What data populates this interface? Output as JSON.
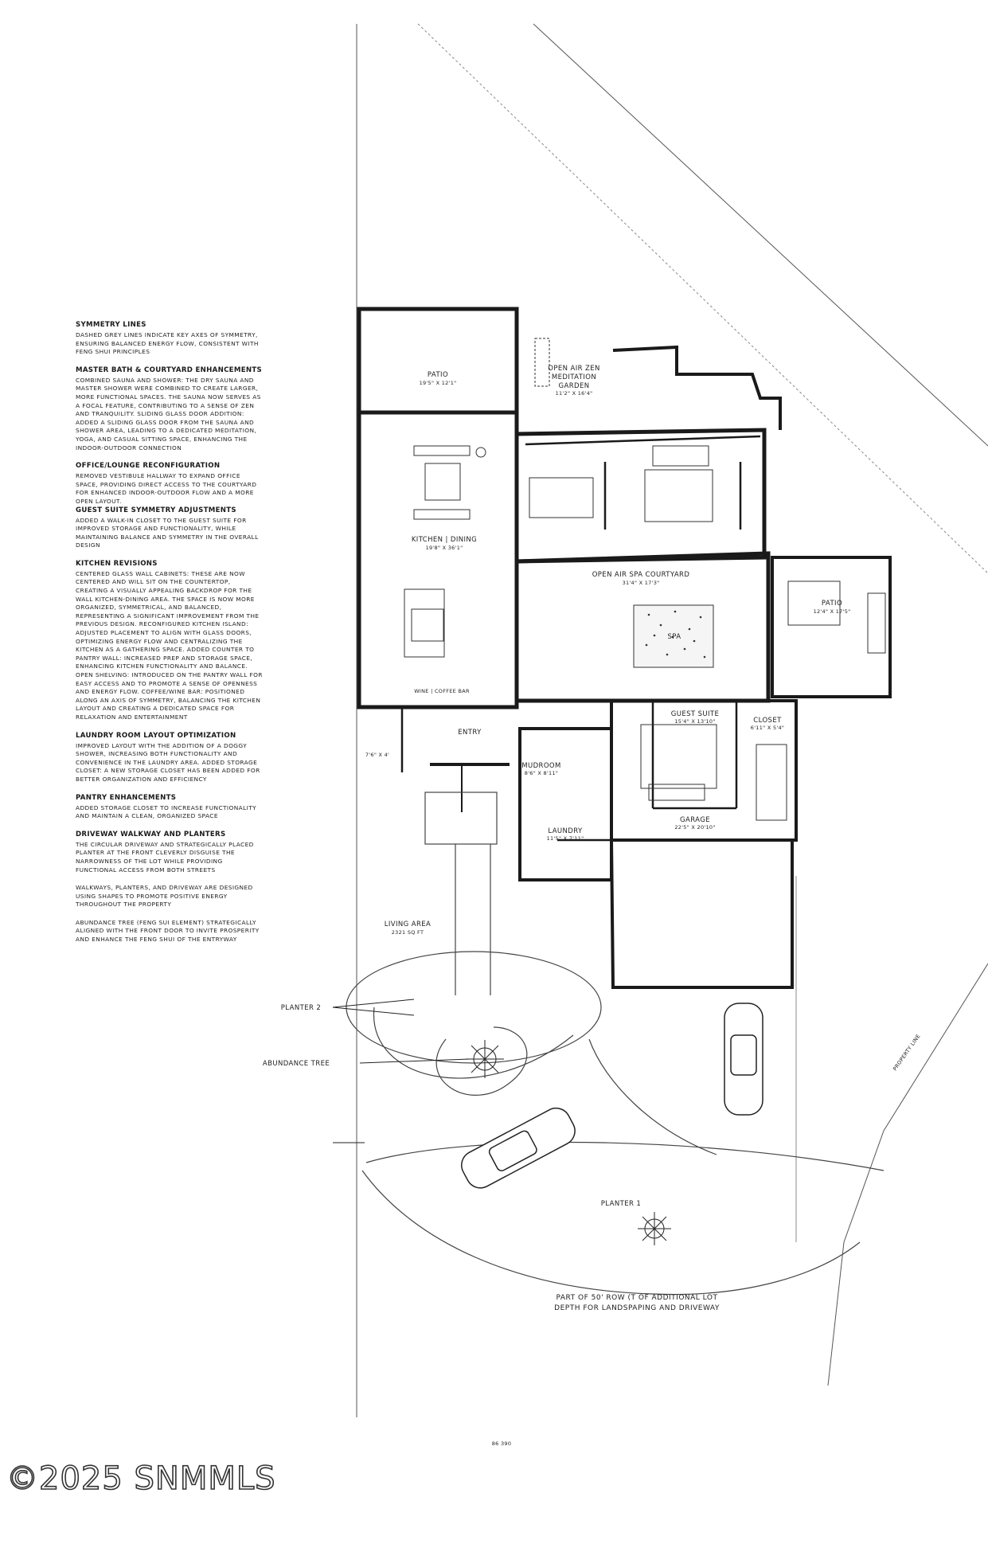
{
  "notes": [
    {
      "title": "SYMMETRY LINES",
      "body": "DASHED GREY LINES INDICATE KEY AXES OF SYMMETRY, ENSURING BALANCED ENERGY FLOW, CONSISTENT WITH FENG SHUI PRINCIPLES"
    },
    {
      "title": "MASTER BATH & COURTYARD ENHANCEMENTS",
      "body": "COMBINED SAUNA AND SHOWER: THE DRY SAUNA AND MASTER SHOWER WERE COMBINED TO CREATE LARGER, MORE FUNCTIONAL SPACES. THE SAUNA NOW SERVES AS A FOCAL FEATURE, CONTRIBUTING TO A SENSE OF ZEN AND TRANQUILITY. SLIDING GLASS DOOR ADDITION: ADDED A SLIDING GLASS DOOR FROM THE SAUNA AND SHOWER AREA, LEADING TO A DEDICATED MEDITATION, YOGA, AND CASUAL SITTING SPACE, ENHANCING THE INDOOR-OUTDOOR CONNECTION"
    },
    {
      "title": "OFFICE/LOUNGE RECONFIGURATION",
      "body": "REMOVED VESTIBULE HALLWAY TO EXPAND OFFICE SPACE, PROVIDING DIRECT ACCESS TO THE COURTYARD FOR ENHANCED INDOOR-OUTDOOR FLOW AND A MORE OPEN LAYOUT."
    },
    {
      "title": "GUEST SUITE SYMMETRY ADJUSTMENTS",
      "body": "ADDED A WALK-IN CLOSET TO THE GUEST SUITE FOR IMPROVED STORAGE AND FUNCTIONALITY, WHILE MAINTAINING BALANCE AND SYMMETRY IN THE OVERALL DESIGN"
    },
    {
      "title": "KITCHEN REVISIONS",
      "body": "CENTERED GLASS WALL CABINETS: THESE ARE NOW CENTERED AND WILL SIT ON THE COUNTERTOP, CREATING A VISUALLY APPEALING BACKDROP FOR THE WALL KITCHEN-DINING AREA. THE SPACE IS NOW MORE ORGANIZED, SYMMETRICAL, AND BALANCED, REPRESENTING A SIGNIFICANT IMPROVEMENT FROM THE PREVIOUS DESIGN. RECONFIGURED KITCHEN ISLAND: ADJUSTED PLACEMENT TO ALIGN WITH GLASS DOORS, OPTIMIZING ENERGY FLOW AND CENTRALIZING THE KITCHEN AS A GATHERING SPACE. ADDED COUNTER TO PANTRY WALL: INCREASED PREP AND STORAGE SPACE, ENHANCING KITCHEN FUNCTIONALITY AND BALANCE. OPEN SHELVING: INTRODUCED ON THE PANTRY WALL FOR EASY ACCESS AND TO PROMOTE A SENSE OF OPENNESS AND ENERGY FLOW. COFFEE/WINE BAR: POSITIONED ALONG AN AXIS OF SYMMETRY, BALANCING THE KITCHEN LAYOUT AND CREATING A DEDICATED SPACE FOR RELAXATION AND ENTERTAINMENT"
    },
    {
      "title": "LAUNDRY ROOM LAYOUT OPTIMIZATION",
      "body": "IMPROVED LAYOUT WITH THE ADDITION OF A DOGGY SHOWER, INCREASING BOTH FUNCTIONALITY AND CONVENIENCE IN THE LAUNDRY AREA. ADDED STORAGE CLOSET: A NEW STORAGE CLOSET HAS BEEN ADDED FOR BETTER ORGANIZATION AND EFFICIENCY"
    },
    {
      "title": "PANTRY ENHANCEMENTS",
      "body": "ADDED STORAGE CLOSET TO INCREASE FUNCTIONALITY AND MAINTAIN A CLEAN, ORGANIZED SPACE"
    },
    {
      "title": "DRIVEWAY WALKWAY AND PLANTERS",
      "body": "THE CIRCULAR DRIVEWAY AND STRATEGICALLY PLACED PLANTER AT THE FRONT CLEVERLY DISGUISE THE NARROWNESS OF THE LOT WHILE PROVIDING FUNCTIONAL ACCESS FROM BOTH STREETS"
    },
    {
      "title": "",
      "body": "WALKWAYS, PLANTERS, AND DRIVEWAY ARE DESIGNED USING SHAPES TO PROMOTE POSITIVE ENERGY THROUGHOUT THE PROPERTY"
    },
    {
      "title": "",
      "body": "ABUNDANCE TREE (FENG SUI ELEMENT) STRATEGICALLY ALIGNED WITH THE FRONT DOOR TO INVITE PROSPERITY AND ENHANCE THE FENG SHUI OF THE ENTRYWAY"
    }
  ],
  "rooms": {
    "patio_left": {
      "name": "PATIO",
      "dim": "19'5\" X 12'1\""
    },
    "zen_garden": {
      "name_1": "OPEN AIR ZEN",
      "name_2": "MEDITATION",
      "name_3": "GARDEN",
      "dim": "11'2\" X 16'4\""
    },
    "kitchen": {
      "name": "KITCHEN | DINING",
      "dim": "19'8\" X 36'1\""
    },
    "coffee_bar": {
      "name": "WINE | COFFEE BAR"
    },
    "spa_courtyard": {
      "name": "OPEN AIR SPA COURTYARD",
      "dim": "31'4\" X 17'3\""
    },
    "spa": {
      "name": "SPA"
    },
    "patio_right": {
      "name": "PATIO",
      "dim": "12'4\" X 17'5\""
    },
    "entry": {
      "name": "ENTRY"
    },
    "pantry": {
      "dim": "7'6\" X 4'"
    },
    "mudroom": {
      "name": "MUDROOM",
      "dim": "8'6\" X 8'11\""
    },
    "guest_suite": {
      "name": "GUEST SUITE",
      "dim": "15'4\" X 13'10\""
    },
    "closet": {
      "name": "CLOSET",
      "dim": "6'11\" X 5'4\""
    },
    "garage": {
      "name": "GARAGE",
      "dim": "22'5\" X 20'10\""
    },
    "laundry": {
      "name": "LAUNDRY",
      "dim": "11'5\" X 7'11\""
    }
  },
  "site": {
    "living_area": "LIVING AREA",
    "living_area_value": "2321 SQ FT",
    "planter_2": "PLANTER 2",
    "abundance_tree": "ABUNDANCE TREE",
    "planter_1": "PLANTER 1",
    "property_line": "PROPERTY LINE",
    "row_note_1": "PART OF 50' ROW (T OF ADDITIONAL LOT",
    "row_note_2": "DEPTH FOR LANDSPAPING AND DRIVEWAY",
    "bottom_mark": "86 390"
  },
  "watermark": "©2025 SNMMLS"
}
